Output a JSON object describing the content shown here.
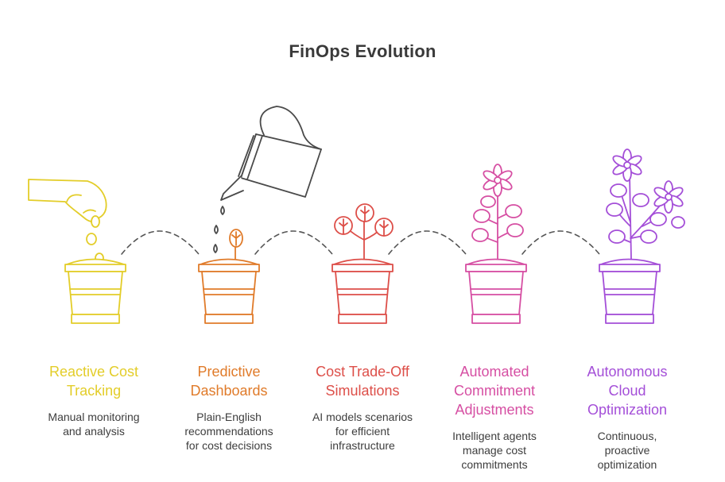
{
  "title": "FinOps Evolution",
  "stages": [
    {
      "title_lines": [
        "Reactive Cost",
        "Tracking"
      ],
      "desc_lines": [
        "Manual monitoring",
        "and analysis"
      ],
      "color": "#e3cd29",
      "icon": "hand-dropping-seeds-pot"
    },
    {
      "title_lines": [
        "Predictive",
        "Dashboards"
      ],
      "desc_lines": [
        "Plain-English",
        "recommendations",
        "for cost decisions"
      ],
      "color": "#e07b2a",
      "icon": "watered-sprout-pot"
    },
    {
      "title_lines": [
        "Cost Trade-Off",
        "Simulations"
      ],
      "desc_lines": [
        "AI models scenarios",
        "for efficient",
        "infrastructure"
      ],
      "color": "#dd4f49",
      "icon": "seedling-pot"
    },
    {
      "title_lines": [
        "Automated",
        "Commitment",
        "Adjustments"
      ],
      "desc_lines": [
        "Intelligent agents",
        "manage cost",
        "commitments"
      ],
      "color": "#d64fa3",
      "icon": "flowering-plant-pot"
    },
    {
      "title_lines": [
        "Autonomous",
        "Cloud",
        "Optimization"
      ],
      "desc_lines": [
        "Continuous,",
        "proactive",
        "optimization"
      ],
      "color": "#a44fd8",
      "icon": "full-bloom-plant-pot"
    }
  ],
  "watering_can_color": "#4a4a4a",
  "connector_color": "#555555"
}
